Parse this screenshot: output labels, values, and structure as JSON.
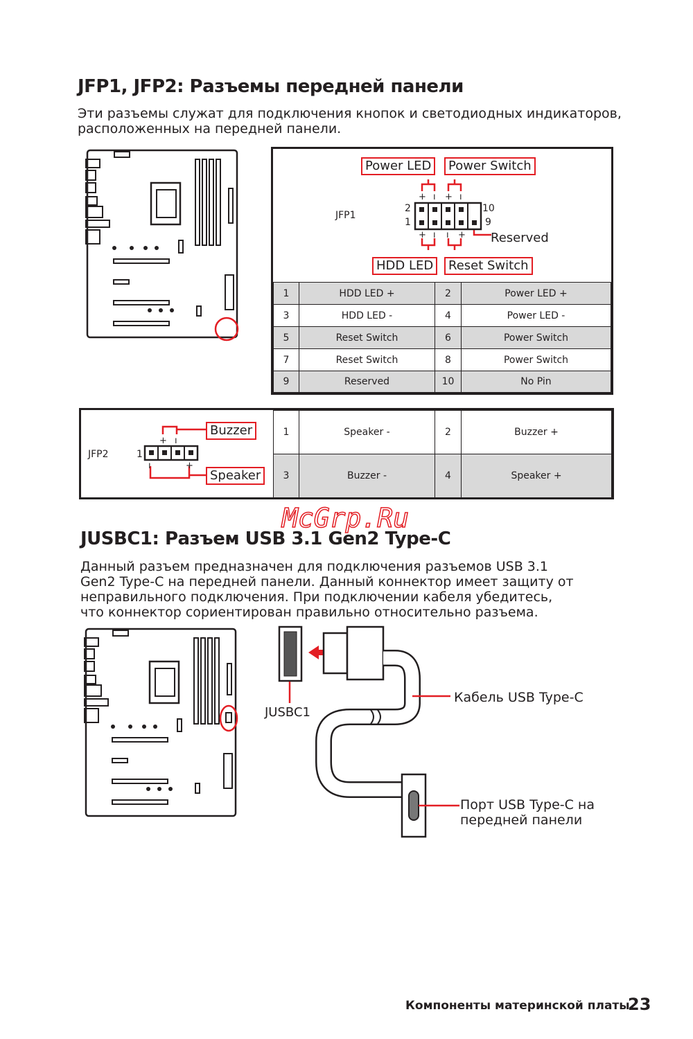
{
  "section1": {
    "title": "JFP1, JFP2: Разъемы передней панели",
    "desc": "Эти разъемы служат для подключения кнопок и светодиодных индикаторов, расположенных на передней панели."
  },
  "jfp1": {
    "name": "JFP1",
    "labels": {
      "power_led": "Power LED",
      "power_switch": "Power Switch",
      "hdd_led": "HDD LED",
      "reset_switch": "Reset Switch",
      "reserved": "Reserved"
    },
    "pin_nums": {
      "p2": "2",
      "p1": "1",
      "p10": "10",
      "p9": "9"
    },
    "rows": [
      [
        "1",
        "HDD LED +",
        "2",
        "Power LED +"
      ],
      [
        "3",
        "HDD LED -",
        "4",
        "Power LED -"
      ],
      [
        "5",
        "Reset Switch",
        "6",
        "Power Switch"
      ],
      [
        "7",
        "Reset Switch",
        "8",
        "Power Switch"
      ],
      [
        "9",
        "Reserved",
        "10",
        "No Pin"
      ]
    ]
  },
  "jfp2": {
    "name": "JFP2",
    "pin1": "1",
    "labels": {
      "buzzer": "Buzzer",
      "speaker": "Speaker"
    },
    "rows": [
      [
        "1",
        "Speaker -",
        "2",
        "Buzzer +"
      ],
      [
        "3",
        "Buzzer -",
        "4",
        "Speaker +"
      ]
    ]
  },
  "watermark": "McGrp.Ru",
  "section2": {
    "title": "JUSBC1: Разъем USB 3.1 Gen2 Type-C",
    "desc": "Данный разъем предназначен для подключения разъемов USB 3.1 Gen2 Type-C на передней панели. Данный коннектор имеет защиту от неправильного подключения. При подключении кабеля убедитесь, что коннектор сориентирован правильно относительно разъема."
  },
  "usbc": {
    "connector": "JUSBC1",
    "cable": "Кабель USB Type-C",
    "port": "Порт USB Type-C на передней панели"
  },
  "footer": {
    "text": "Компоненты материнской платы",
    "page": "23"
  },
  "colors": {
    "accent": "#e31e24",
    "grey": "#d9d9d9"
  }
}
